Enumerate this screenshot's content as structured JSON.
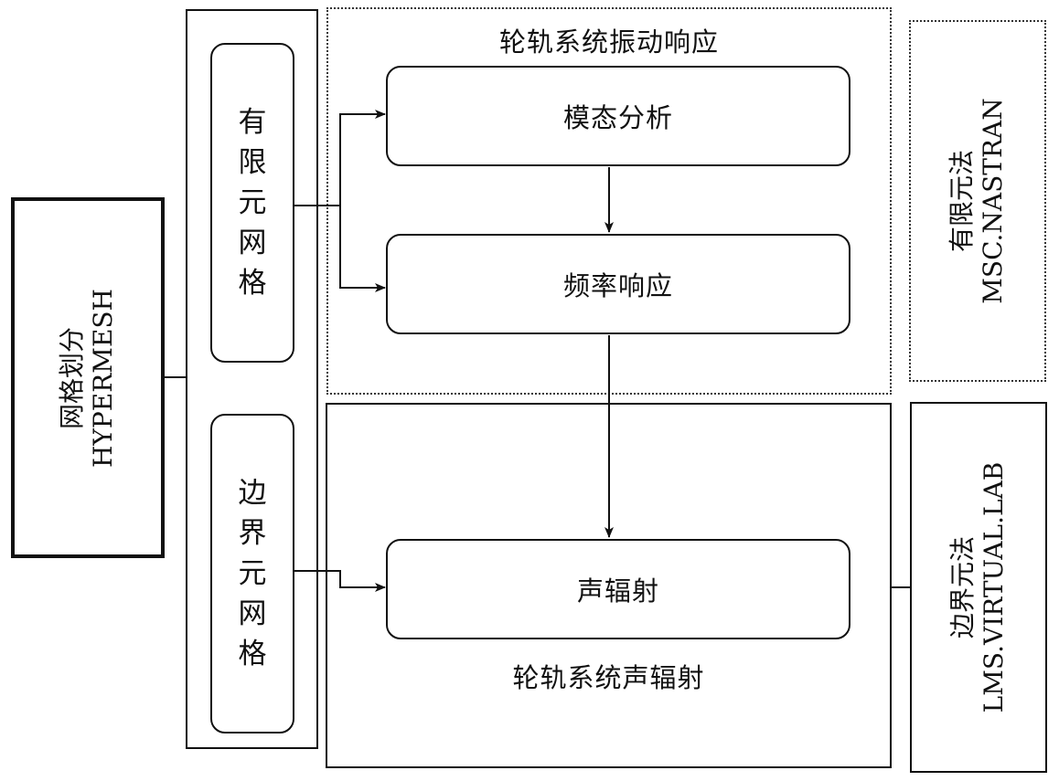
{
  "mesh": {
    "title": "网格划分",
    "software": "HYPERMESH"
  },
  "fem_mesh": {
    "label": "有\n限\n元\n网\n格"
  },
  "bem_mesh": {
    "label": "边\n界\n元\n网\n格"
  },
  "vibration_group": {
    "title": "轮轨系统振动响应"
  },
  "modal": {
    "label": "模态分析"
  },
  "frequency": {
    "label": "频率响应"
  },
  "acoustic_group": {
    "title": "轮轨系统声辐射"
  },
  "radiation": {
    "label": "声辐射"
  },
  "fem_method": {
    "title": "有限元法",
    "software": "MSC.NASTRAN"
  },
  "bem_method": {
    "title": "边界元法",
    "software": "LMS.VIRTUAL.LAB"
  }
}
